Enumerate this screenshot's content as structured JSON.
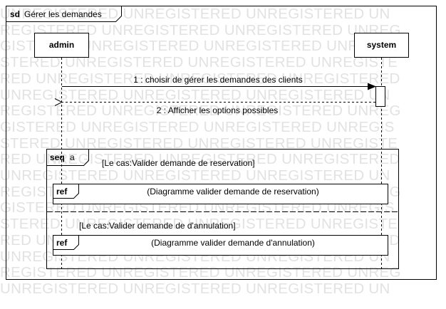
{
  "watermark": {
    "word": "UNREGISTERED",
    "rows": [
      "UNREGISTERED UNREGISTERED UNREGISTERED UN",
      "REGISTERED UNREGISTERED UNREGISTERED UNREG",
      "GISTERED UNREGISTERED UNREGISTERED UNREGIS",
      "STERED UNREGISTERED UNREGISTERED UNREGISTE",
      "RED UNREGISTERED UNREGISTERED UNREGISTERED",
      "UNREGISTERED UNREGISTERED UNREGISTERED UN",
      "REGISTERED UNREGISTERED UNREGISTERED UNREG",
      "GISTERED UNREGISTERED UNREGISTERED UNREGIS",
      "STERED UNREGISTERED UNREGISTERED UNREGISTE",
      "RED UNREGISTERED UNREGISTERED UNREGISTERED",
      "UNREGISTERED UNREGISTERED UNREGISTERED UN",
      "REGISTERED UNREGISTERED UNREGISTERED UNREG",
      "GISTERED UNREGISTERED UNREGISTERED UNREGIS",
      "STERED UNREGISTERED UNREGISTERED UNREGISTE",
      "RED UNREGISTERED UNREGISTERED UNREGISTERED",
      "UNREGISTERED UNREGISTERED UNREGISTERED UN",
      "REGISTERED UNREGISTERED UNREGISTERED UNREG",
      "UNREGISTERED UNREGISTERED UNREGISTERED UN"
    ]
  },
  "frame": {
    "keyword": "sd",
    "name": "Gérer les demandes"
  },
  "lifelines": {
    "admin": "admin",
    "system": "system"
  },
  "messages": {
    "m1": "1 : choisir de gérer les demandes des clients",
    "m2": "2 : Afficher les options possibles"
  },
  "fragment": {
    "keyword": "seq",
    "name": "a",
    "guard1": "[Le cas:Valider demande de reservation]",
    "guard2": "[Le cas:Valider demande de d'annulation]"
  },
  "refs": {
    "keyword": "ref",
    "ref1": "(Diagramme valider demande de reservation)",
    "ref2": "(Diagramme valider demande d'annulation)"
  },
  "colors": {
    "line": "#000000",
    "box_fill": "#ffffff",
    "watermark": "#e2e2e2"
  }
}
